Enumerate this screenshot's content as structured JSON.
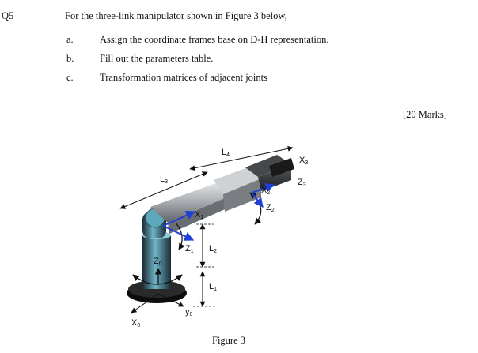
{
  "question": {
    "number": "Q5",
    "prompt": "For the three-link manipulator shown in Figure 3 below,",
    "items": [
      {
        "letter": "a.",
        "text": "Assign the coordinate frames base on D-H representation."
      },
      {
        "letter": "b.",
        "text": "Fill out the parameters table."
      },
      {
        "letter": "c.",
        "text": "Transformation matrices of adjacent joints"
      }
    ],
    "marks": "[20 Marks]"
  },
  "figure": {
    "caption": "Figure 3",
    "labels": {
      "L4": "L",
      "L4_sub": "4",
      "L3": "L",
      "L3_sub": "3",
      "L2": "L",
      "L2_sub": "2",
      "L1": "L",
      "L1_sub": "1",
      "x3": "X",
      "x3_sub": "3",
      "z3": "Z",
      "z3_sub": "3",
      "x2": "X",
      "x2_sub": "2",
      "z2": "Z",
      "z2_sub": "2",
      "x1": "X",
      "x1_sub": "1",
      "z1": "Z",
      "z1_sub": "1",
      "z0": "Z",
      "z0_sub": "0",
      "y0": "y",
      "y0_sub": "0",
      "x0": "X",
      "x0_sub": "0"
    }
  }
}
